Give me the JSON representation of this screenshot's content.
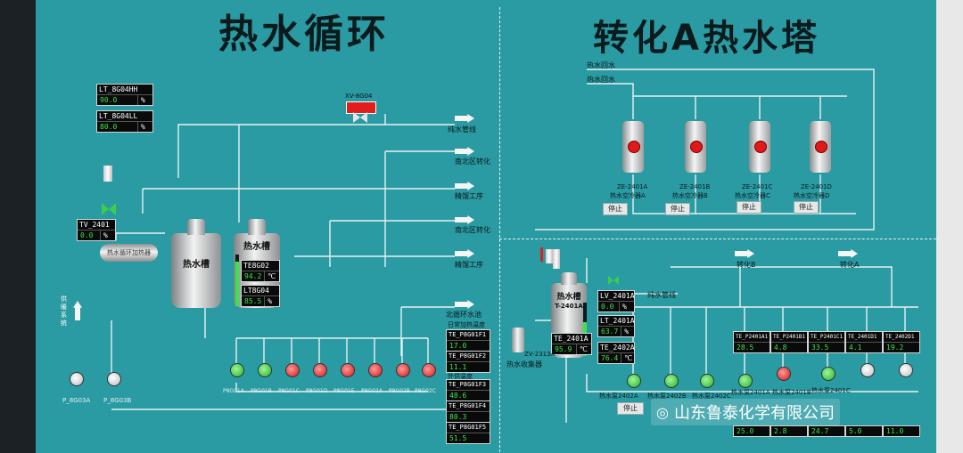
{
  "titles": {
    "left": "热水循环",
    "right": "转化A热水塔"
  },
  "left": {
    "lt_hh": {
      "tag": "LT_8G04HH",
      "value": "90.0",
      "unit": "%"
    },
    "lt_ll": {
      "tag": "LT_8G04LL",
      "value": "80.0",
      "unit": "%"
    },
    "valve_label": "XV-8G04",
    "tv": {
      "tag": "TV_2401",
      "value": "0.0",
      "unit": "%"
    },
    "heater_label": "热水循环加热器",
    "tank1_name": "热水槽",
    "tank2_name": "热水槽",
    "te_tag": "TE8G02",
    "te_value": "94.2",
    "te_unit": "℃",
    "lt_tag": "LT8G04",
    "lt_value": "85.5",
    "lt_unit": "%",
    "tank2_level": 0.855,
    "outlets": [
      "纯水管线",
      "南北区转化",
      "精馏工序",
      "南北区转化",
      "精馏工序",
      "北循环水池"
    ],
    "supply_label": "供暖系统",
    "pump_left_labels": [
      "P_8G03A",
      "P_8G03B"
    ],
    "pump_row_labels": [
      "P8G01A",
      "P8G01B",
      "P8G01C",
      "P8G01D",
      "P8G01E",
      "P8G02A",
      "P8G02B",
      "P8G02C"
    ],
    "small_header1": "日常加热温度",
    "flow_tags": [
      {
        "tag": "TE_P8G01F1",
        "value": "17.0"
      },
      {
        "tag": "TE_P8G01F2",
        "value": "11.1"
      },
      {
        "tag": "TE_P8G01F3",
        "value": "48.6"
      },
      {
        "tag": "TE_P8G01F4",
        "value": "80.3"
      },
      {
        "tag": "TE_P8G01F5",
        "value": "51.5"
      }
    ],
    "small_header2": "外供温度"
  },
  "right": {
    "pipe_labels": [
      "热水回水",
      "热水回水"
    ],
    "coolers": [
      {
        "id": "ZE-2401A",
        "name": "热水空冷器A",
        "btn": "停止"
      },
      {
        "id": "ZE-2401B",
        "name": "热水空冷器B",
        "btn": "停止"
      },
      {
        "id": "ZE-2401C",
        "name": "热水空冷器C",
        "btn": "停止"
      },
      {
        "id": "ZE-2401D",
        "name": "热水空冷器D",
        "btn": "停止"
      }
    ],
    "tank_name": "热水槽",
    "tank_id": "T-2401A",
    "te": {
      "tag": "TE_2401A",
      "value": "95.9",
      "unit": "℃"
    },
    "lv": {
      "tag": "LV_2401A",
      "value": "0.0",
      "unit": "%"
    },
    "lt": {
      "tag": "LT_2401A",
      "value": "63.7",
      "unit": "%"
    },
    "tank_level": 0.637,
    "te2": {
      "tag": "TE_2402A",
      "value": "76.4",
      "unit": "℃"
    },
    "pure_water": "纯水管线",
    "collector_id": "ZV-2313A",
    "collector_name": "热水收集器",
    "transform_b": "转化B",
    "transform_a": "转化A",
    "pump_tags": [
      {
        "tag": "TE_P2401A1",
        "value": "28.5"
      },
      {
        "tag": "TE_P2401B1",
        "value": "4.8"
      },
      {
        "tag": "TE_P2401C1",
        "value": "33.5"
      },
      {
        "tag": "TE_2401D1",
        "value": "4.1"
      },
      {
        "tag": "TE_2402D1",
        "value": "19.2"
      }
    ],
    "pump_labels": [
      "热水泵2402A",
      "热水泵2402B",
      "热水泵2402C",
      "热水泵2401A",
      "热水泵2401B",
      "热水泵2401C"
    ],
    "pump_btn": "停止",
    "bottom_values": [
      "25.0",
      "2.8",
      "24.7",
      "5.0",
      "11.0"
    ]
  },
  "watermark": "山东鲁泰化学有限公司"
}
